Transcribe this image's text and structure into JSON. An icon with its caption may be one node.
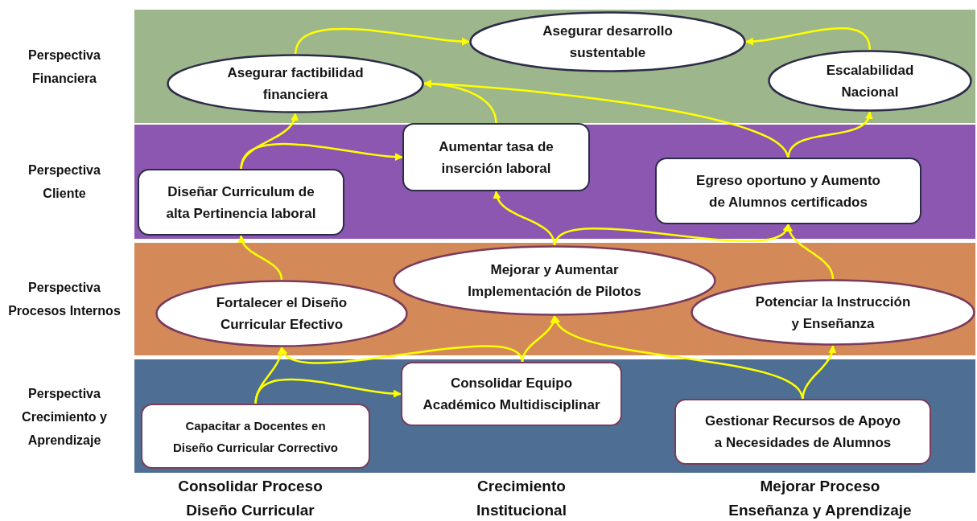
{
  "diagram": {
    "nodes": [
      {
        "text": [
          "Perspectiva Financiera"
        ]
      },
      {
        "text": [
          "Asegurar desarrollo sustentable"
        ],
        "in": 0
      },
      {
        "text": [
          "Asegurar factibilidad financiera"
        ],
        "in": 0
      },
      {
        "text": [
          "Escalabilidad Nacional"
        ],
        "in": 0
      },
      {
        "text": [
          "Perspectiva Cliente"
        ]
      },
      {
        "text": [
          "Aumentar tasa de inserción laboral"
        ],
        "in": 4
      },
      {
        "text": [
          "Diseñar Curriculum de alta Pertinencia laboral"
        ],
        "in": 4
      },
      {
        "text": [
          "Egreso oportuno y Aumento de Alumnos certificados"
        ],
        "in": 4
      },
      {
        "text": [
          "Perspectiva Procesos Internos"
        ]
      },
      {
        "text": [
          "Mejorar y Aumentar Implementación de Pilotos"
        ],
        "in": 8
      },
      {
        "text": [
          "Fortalecer el Diseño Curricular Efectivo"
        ],
        "in": 8
      },
      {
        "text": [
          "Potenciar la Instrucción y Enseñanza"
        ],
        "in": 8
      },
      {
        "text": [
          "Perspectiva Crecimiento y Aprendizaje"
        ]
      },
      {
        "text": [
          "Consolidar Equipo Académico Multidisciplinar"
        ],
        "in": 12
      },
      {
        "text": [
          "Capacitar a Docentes en Diseño Curricular Correctivo"
        ],
        "in": 12
      },
      {
        "text": [
          "Gestionar Recursos de Apoyo a Necesidades de Alumnos"
        ],
        "in": 12
      }
    ],
    "edges": [
      {
        "from": 2,
        "to": 1,
        "arrow": "to"
      },
      {
        "from": 3,
        "to": 1,
        "arrow": "to"
      },
      {
        "from": 7,
        "to": 2,
        "arrow": "to"
      },
      {
        "from": 5,
        "to": 2,
        "arrow": "to"
      },
      {
        "from": 7,
        "to": 3,
        "arrow": "to"
      },
      {
        "from": 6,
        "to": 2,
        "arrow": "to"
      },
      {
        "from": 6,
        "to": 5,
        "arrow": "to"
      },
      {
        "from": 9,
        "to": 5,
        "arrow": "to"
      },
      {
        "from": 9,
        "to": 7,
        "arrow": "to"
      },
      {
        "from": 11,
        "to": 7,
        "arrow": "to"
      },
      {
        "from": 10,
        "to": 6,
        "arrow": "to"
      },
      {
        "from": 14,
        "to": 10,
        "arrow": "to"
      },
      {
        "from": 14,
        "to": 13,
        "arrow": "to"
      },
      {
        "from": 13,
        "to": 10,
        "arrow": "to"
      },
      {
        "from": 13,
        "to": 9,
        "arrow": "to"
      },
      {
        "from": 15,
        "to": 9,
        "arrow": "to"
      },
      {
        "from": 15,
        "to": 11,
        "arrow": "to"
      }
    ],
    "labels": [
      "Consolidar Proceso Diseño Curricular",
      "Crecimiento Institucional",
      "Mejorar Proceso Enseñanza y Aprendizaje"
    ]
  }
}
